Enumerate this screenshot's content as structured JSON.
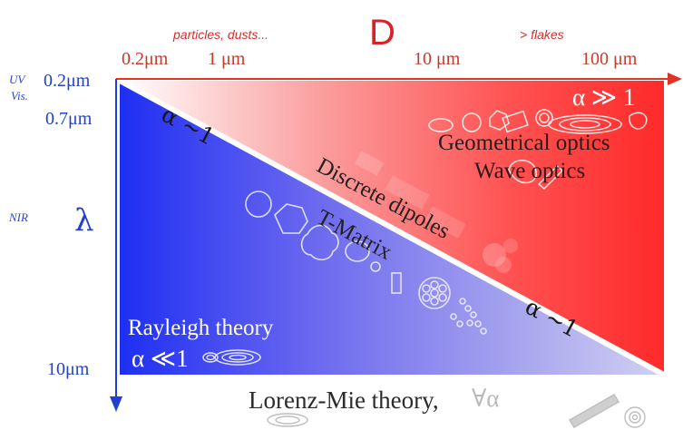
{
  "header": {
    "category_left": "particles, dusts...",
    "dimension_symbol": "D",
    "category_right": "> flakes"
  },
  "size_axis": {
    "ticks": [
      "0.2μm",
      "1 μm",
      "10 μm",
      "100 μm"
    ]
  },
  "wavelength_axis": {
    "uv_label": "UV",
    "vis_label": "Vis.",
    "nir_label": "NIR",
    "symbol": "λ",
    "ticks": [
      "0.2μm",
      "0.7μm",
      "10μm"
    ]
  },
  "regions": {
    "alpha_big": "α ≫ 1",
    "geometrical_optics": "Geometrical optics",
    "wave_optics": "Wave optics",
    "alpha_sim_top": "α ~1",
    "alpha_sim_bottom": "α ~1",
    "discrete_dipoles": "Discrete dipoles",
    "t_matrix": "T-Matrix",
    "rayleigh": "Rayleigh theory",
    "alpha_small": "α ≪1",
    "lorenz_mie": "Lorenz-Mie theory,",
    "forall_alpha": "∀α"
  },
  "colors": {
    "red_gradient_start": "#ffffff",
    "red_gradient_end": "#ff2b2b",
    "blue_gradient_start": "#1e2ff2",
    "blue_gradient_end": "#c8c7f0",
    "axis_red": "#e03323",
    "axis_blue": "#2040d4",
    "divider": "#ffffff"
  }
}
